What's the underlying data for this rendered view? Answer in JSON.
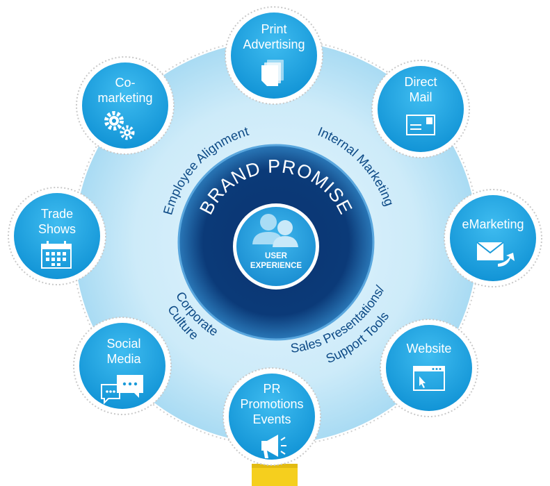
{
  "center": {
    "title": "BRAND PROMISE",
    "core_line1": "USER",
    "core_line2": "EXPERIENCE"
  },
  "inner_ring_labels": {
    "employee_alignment": "Employee Alignment",
    "internal_marketing": "Internal Marketing",
    "sales_line1": "Sales Presentations/",
    "sales_line2": "Support Tools",
    "corporate_line1": "Corporate",
    "corporate_line2": "Culture"
  },
  "satellites": [
    {
      "key": "print",
      "lines": [
        "Print",
        "Advertising"
      ],
      "icon": "document-stack-icon"
    },
    {
      "key": "direct-mail",
      "lines": [
        "Direct",
        "Mail"
      ],
      "icon": "envelope-icon"
    },
    {
      "key": "emarketing",
      "lines": [
        "eMarketing"
      ],
      "icon": "email-forward-icon"
    },
    {
      "key": "website",
      "lines": [
        "Website"
      ],
      "icon": "browser-window-icon"
    },
    {
      "key": "pr",
      "lines": [
        "PR",
        "Promotions",
        "Events"
      ],
      "icon": "megaphone-icon"
    },
    {
      "key": "social",
      "lines": [
        "Social",
        "Media"
      ],
      "icon": "chat-bubbles-icon"
    },
    {
      "key": "trade-shows",
      "lines": [
        "Trade",
        "Shows"
      ],
      "icon": "calendar-icon"
    },
    {
      "key": "co-marketing",
      "lines": [
        "Co-",
        "marketing"
      ],
      "icon": "gears-icon"
    }
  ],
  "colors": {
    "satellite_fill": "#1aa6e6",
    "outer_ring": "#bfe3f6",
    "core_dark": "#0a2f66",
    "label_blue": "#0d4a86",
    "stem_yellow": "#f5cf1e"
  }
}
